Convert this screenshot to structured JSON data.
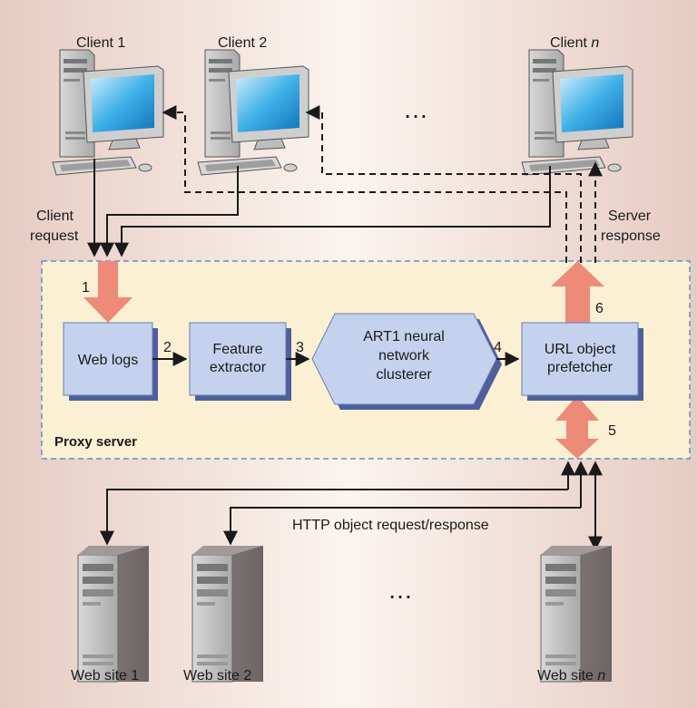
{
  "clients": [
    {
      "label": "Client 1"
    },
    {
      "label": "Client 2"
    },
    {
      "label_prefix": "Client ",
      "label_italic": "n"
    }
  ],
  "client_ellipsis": "…",
  "client_request_label": [
    "Client",
    "request"
  ],
  "server_response_label": [
    "Server",
    "response"
  ],
  "proxy_server_label": "Proxy server",
  "components": {
    "web_logs": [
      "Web logs"
    ],
    "feature_extractor": [
      "Feature",
      "extractor"
    ],
    "art1": [
      "ART1 neural",
      "network",
      "clusterer"
    ],
    "prefetcher": [
      "URL object",
      "prefetcher"
    ]
  },
  "step_numbers": [
    "1",
    "2",
    "3",
    "4",
    "5",
    "6"
  ],
  "http_label": "HTTP object request/response",
  "websites": [
    {
      "label": "Web site 1"
    },
    {
      "label": "Web site 2"
    },
    {
      "label_prefix": "Web site ",
      "label_italic": "n"
    }
  ],
  "website_ellipsis": "…",
  "colors": {
    "background_left": "#e8cfc6",
    "background_center": "#fbf4ef",
    "proxy_fill": "#fbf0d4",
    "box_fill": "#c4d2ee",
    "box_shadow": "#4e5f9c",
    "big_arrow": "#ee8a78",
    "line": "#1a1a1a"
  }
}
